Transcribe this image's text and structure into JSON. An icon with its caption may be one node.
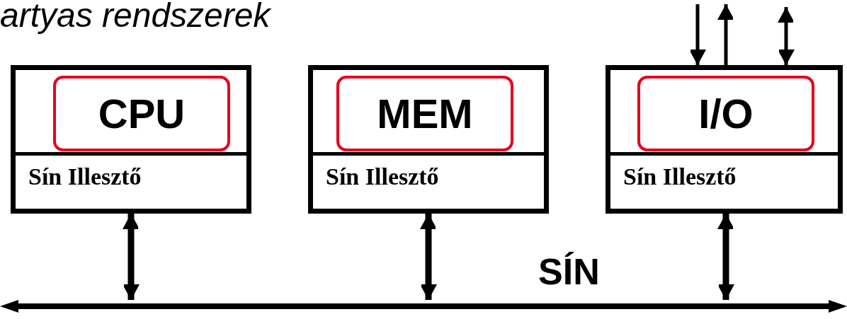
{
  "diagram": {
    "title": "artyas rendszerek",
    "nodes": [
      {
        "text": [
          "Sín Illesztő"
        ]
      },
      {
        "text": [
          "CPU"
        ],
        "in": 0
      },
      {
        "text": [
          "Sín Illesztő"
        ]
      },
      {
        "text": [
          "MEM"
        ],
        "in": 2
      },
      {
        "text": [
          "Sín Illesztő"
        ]
      },
      {
        "text": [
          "I/O"
        ],
        "in": 4
      },
      {
        "text": [
          "SÍN"
        ]
      }
    ],
    "edges": [
      {
        "from": 0,
        "to": 6,
        "arrow": "both",
        "style": "thick"
      },
      {
        "from": 2,
        "to": 6,
        "arrow": "both",
        "style": "thick"
      },
      {
        "from": 4,
        "to": 6,
        "arrow": "both",
        "style": "thick"
      },
      {
        "from": null,
        "to": 4,
        "arrow": "to"
      },
      {
        "from": 4,
        "to": null,
        "arrow": "to"
      },
      {
        "from": null,
        "to": 4,
        "arrow": "both"
      }
    ]
  }
}
